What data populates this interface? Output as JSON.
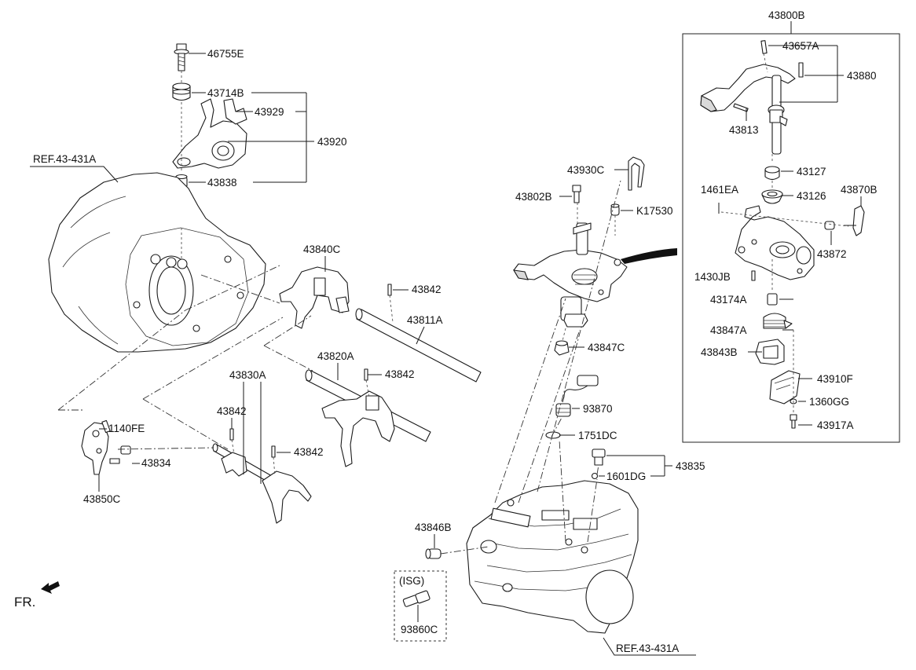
{
  "labels": {
    "l_46755E": "46755E",
    "l_43714B": "43714B",
    "l_43929": "43929",
    "l_43920": "43920",
    "l_43838": "43838",
    "l_ref_top": "REF.43-431A",
    "l_43840C": "43840C",
    "l_43842_a": "43842",
    "l_43811A": "43811A",
    "l_43820A": "43820A",
    "l_43842_b": "43842",
    "l_43830A": "43830A",
    "l_43842_c": "43842",
    "l_43842_d": "43842",
    "l_1140FE": "1140FE",
    "l_43834": "43834",
    "l_43850C": "43850C",
    "l_fr": "FR.",
    "l_43930C": "43930C",
    "l_43802B": "43802B",
    "l_K17530": "K17530",
    "l_43847C": "43847C",
    "l_93870": "93870",
    "l_1751DC": "1751DC",
    "l_43835": "43835",
    "l_1601DG": "1601DG",
    "l_43846B": "43846B",
    "l_isg": "(ISG)",
    "l_93860C": "93860C",
    "l_ref_bottom": "REF.43-431A",
    "l_43800B": "43800B",
    "l_43657A": "43657A",
    "l_43880": "43880",
    "l_43813": "43813",
    "l_43127": "43127",
    "l_1461EA": "1461EA",
    "l_43126": "43126",
    "l_43870B": "43870B",
    "l_43872": "43872",
    "l_1430JB": "1430JB",
    "l_43174A": "43174A",
    "l_43847A": "43847A",
    "l_43843B": "43843B",
    "l_43910F": "43910F",
    "l_1360GG": "1360GG",
    "l_43917A": "43917A"
  }
}
